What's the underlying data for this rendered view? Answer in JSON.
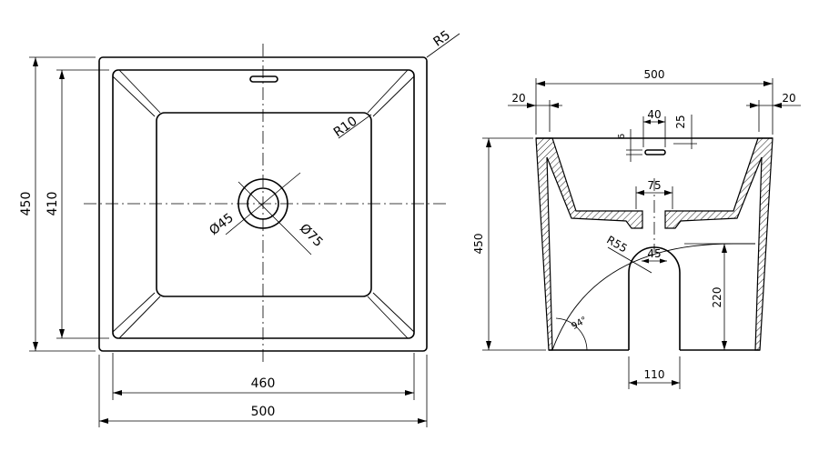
{
  "top_view": {
    "overall_width": "500",
    "inner_width": "460",
    "overall_height": "450",
    "inner_height": "410",
    "corner_radius_outer": "R5",
    "corner_radius_inner": "R10",
    "drain_inner_dia": "Ø45",
    "drain_outer_dia": "Ø75"
  },
  "side_view": {
    "overall_width": "500",
    "left_wall": "20",
    "right_wall": "20",
    "overflow_width": "40",
    "overflow_offset": "25",
    "overflow_height": "6",
    "drain_width": "75",
    "height": "450",
    "arch_radius": "R55",
    "arch_neck": "45",
    "arch_height": "220",
    "foot_gap": "110",
    "wall_angle": "94°"
  }
}
